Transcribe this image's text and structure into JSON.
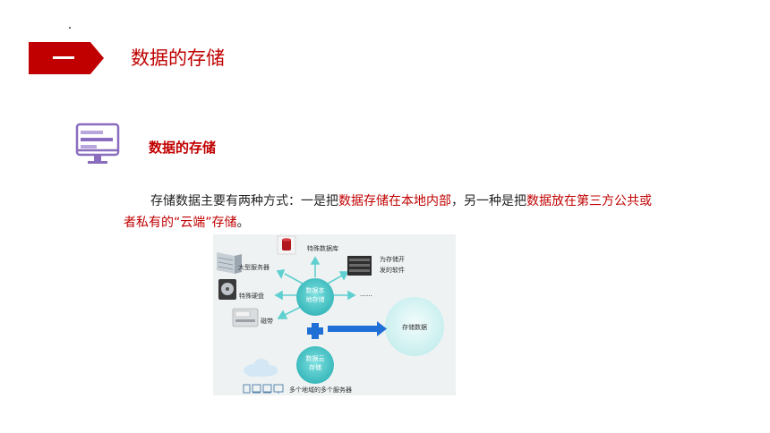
{
  "header": {
    "section_title": "数据的存储"
  },
  "subsection": {
    "title": "数据的存储"
  },
  "paragraph": {
    "line1_a": "存储数据主要有两种方式：一是把",
    "line1_b": "数据存储在本地内部",
    "line1_c": "，另一种是把",
    "line1_d": "数据放在第三方公共或",
    "line2_a": "者私有的“云端”存储",
    "line2_b": "。"
  },
  "diagram": {
    "local_storage_l1": "数据本",
    "local_storage_l2": "地存储",
    "cloud_storage_l1": "数据云",
    "cloud_storage_l2": "存储",
    "storage_data": "存储数据",
    "special_database": "特殊数据库",
    "large_server": "大型服务器",
    "special_disk": "特殊硬盘",
    "tape": "磁带",
    "dev_software_l1": "为存储开",
    "dev_software_l2": "发的软件",
    "ellipsis": "……",
    "multi_region_servers": "多个地域的多个服务器"
  },
  "colors": {
    "accent": "#c00000",
    "circle": "#4fc9c9",
    "arrow_blue": "#1f6fd6",
    "icon_purple": "#8b6dbf"
  }
}
